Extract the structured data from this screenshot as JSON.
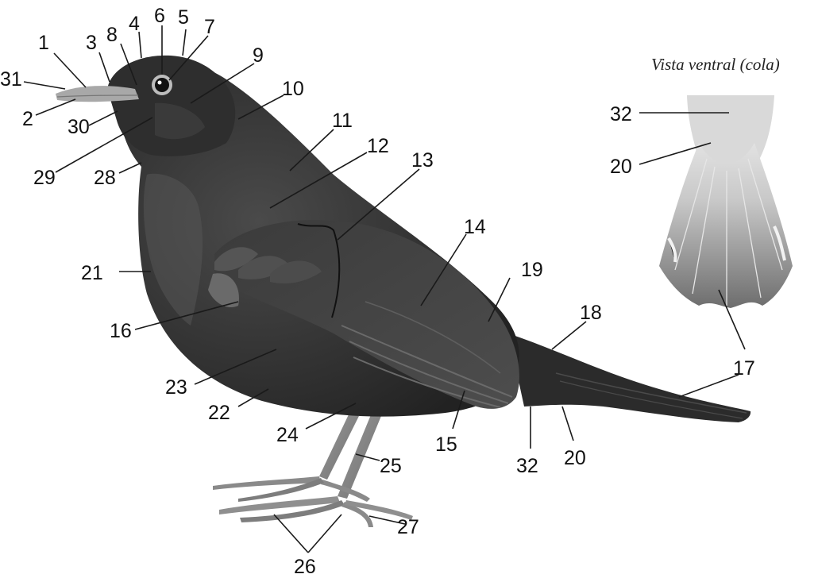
{
  "caption": "Vista ventral (cola)",
  "labels": {
    "l1": "1",
    "l2": "2",
    "l3": "3",
    "l4": "4",
    "l5": "5",
    "l6": "6",
    "l7": "7",
    "l8": "8",
    "l9": "9",
    "l10": "10",
    "l11": "11",
    "l12": "12",
    "l13": "13",
    "l14": "14",
    "l15": "15",
    "l16": "16",
    "l17": "17",
    "l18": "18",
    "l19": "19",
    "l20": "20",
    "l21": "21",
    "l22": "22",
    "l23": "23",
    "l24": "24",
    "l25": "25",
    "l26": "26",
    "l27": "27",
    "l28": "28",
    "l29": "29",
    "l30": "30",
    "l31": "31",
    "l32": "32",
    "tail_l32": "32",
    "tail_l20": "20",
    "tail_l17": "17"
  },
  "colors": {
    "body": "#3a3a3a",
    "body_dark": "#232323",
    "wing": "#444444",
    "beak": "#a8a8a8",
    "legs": "#8c8c8c",
    "tail_ventral": "#cfcfcf"
  }
}
